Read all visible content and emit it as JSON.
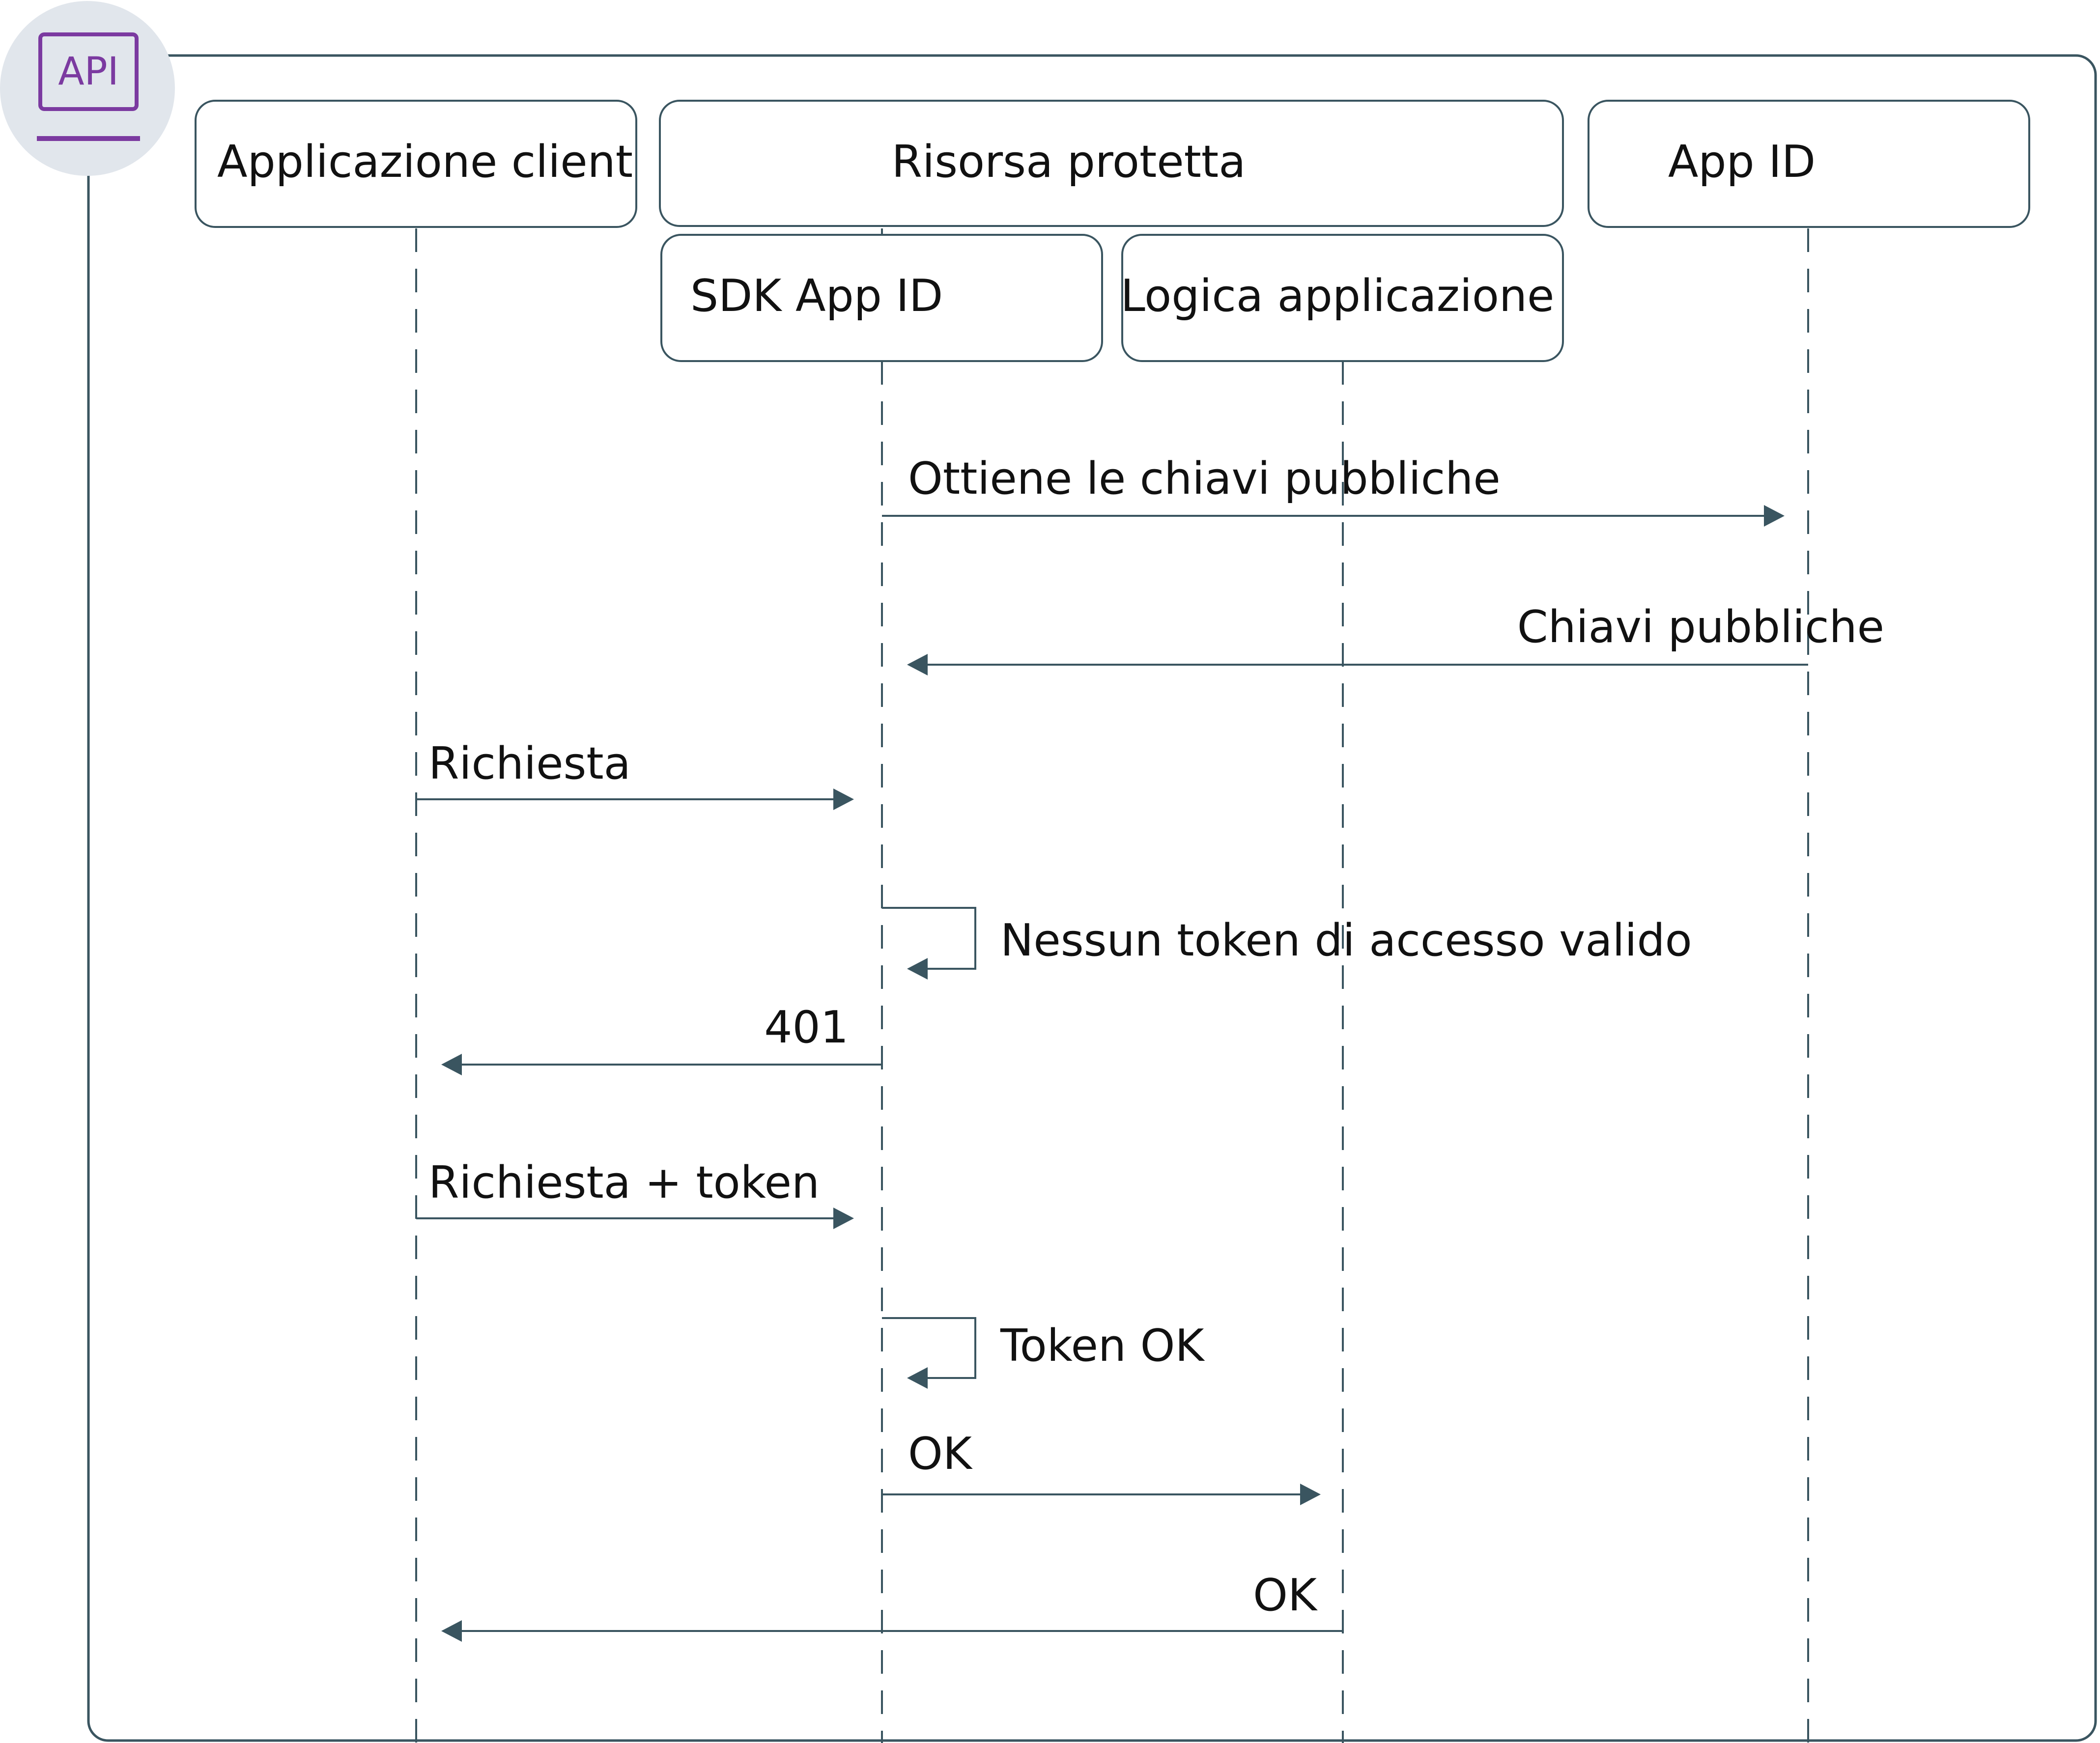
{
  "icon": {
    "label": "API",
    "name": "api-icon",
    "color": "#7b3aa0"
  },
  "participants": {
    "client": "Applicazione client",
    "protected": "Risorsa protetta",
    "sdk": "SDK App ID",
    "logic": "Logica applicazione",
    "appid": "App ID"
  },
  "messages": {
    "m1": "Ottiene le chiavi pubbliche",
    "m2": "Chiavi pubbliche",
    "m3": "Richiesta",
    "m4": "Nessun token di accesso valido",
    "m5": "401",
    "m6": "Richiesta + token",
    "m7": "Token OK",
    "m8": "OK",
    "m9": "OK"
  },
  "colors": {
    "line": "#3a5560",
    "accent": "#7b3aa0",
    "icon_bg": "#e1e6ec"
  }
}
